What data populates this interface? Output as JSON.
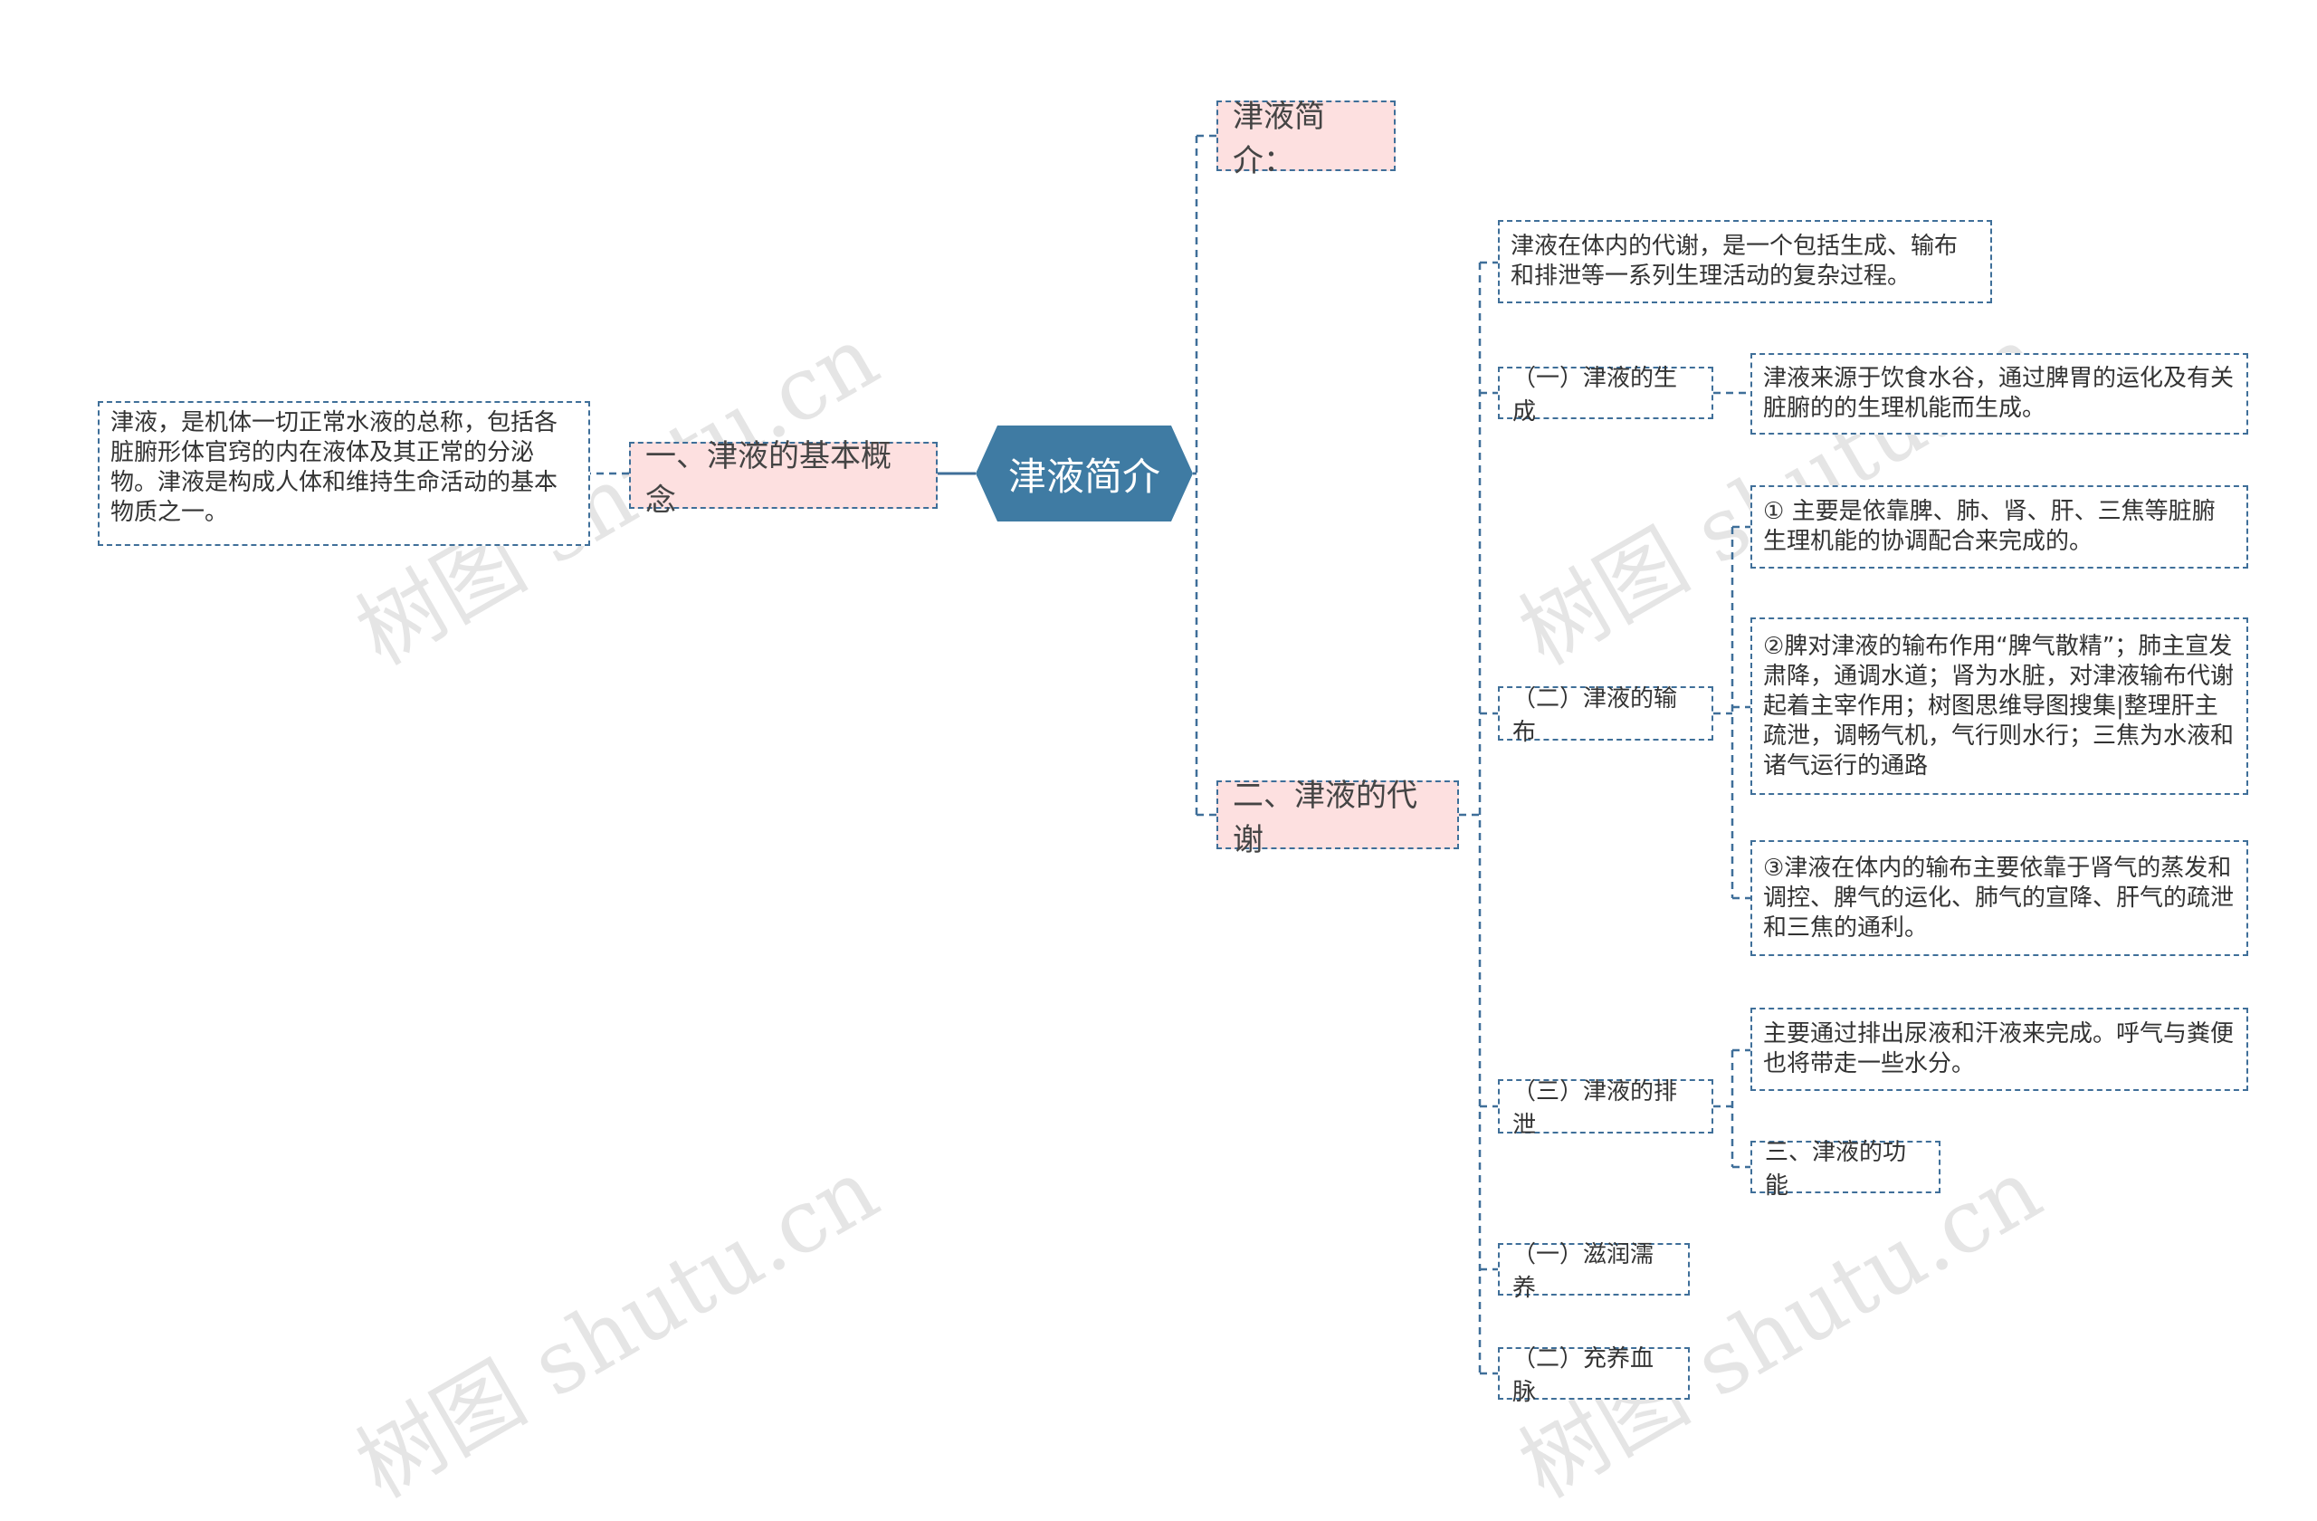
{
  "root": {
    "label": "津液简介"
  },
  "left_branch": {
    "label": "一、津液的基本概念",
    "detail": "津液，是机体一切正常水液的总称，包括各脏腑形体官窍的内在液体及其正常的分泌物。津液是构成人体和维持生命活动的基本物质之一。"
  },
  "intro": {
    "label": "津液简介："
  },
  "metabolism": {
    "label": "二、津液的代谢",
    "overview": "津液在体内的代谢，是一个包括生成、输布和排泄等一系列生理活动的复杂过程。",
    "generation": {
      "label": "（一）津液的生成",
      "detail": "津液来源于饮食水谷，通过脾胃的运化及有关脏腑的的生理机能而生成。"
    },
    "distribution": {
      "label": "（二）津液的输布",
      "details": [
        "① 主要是依靠脾、肺、肾、肝、三焦等脏腑生理机能的协调配合来完成的。",
        "②脾对津液的输布作用“脾气散精”；肺主宣发肃降，通调水道；肾为水脏，对津液输布代谢起着主宰作用；树图思维导图搜集|整理肝主疏泄，调畅气机，气行则水行；三焦为水液和诸气运行的通路",
        "③津液在体内的输布主要依靠于肾气的蒸发和调控、脾气的运化、肺气的宣降、肝气的疏泄和三焦的通利。"
      ]
    },
    "excretion": {
      "label": "（三）津液的排泄",
      "detail": "主要通过排出尿液和汗液来完成。呼气与粪便也将带走一些水分。",
      "function_label": "三、津液的功能"
    },
    "nourish": {
      "label": "（一）滋润濡养"
    },
    "blood": {
      "label": "（二）充养血脉"
    }
  },
  "watermarks": [
    "树图 shutu.cn",
    "树图 shutu.cn",
    "树图 shutu.cn",
    "树图 shutu.cn"
  ],
  "colors": {
    "root_fill": "#3f7ba3",
    "connector": "#3f6f99",
    "pink_fill": "#fde0e0"
  }
}
